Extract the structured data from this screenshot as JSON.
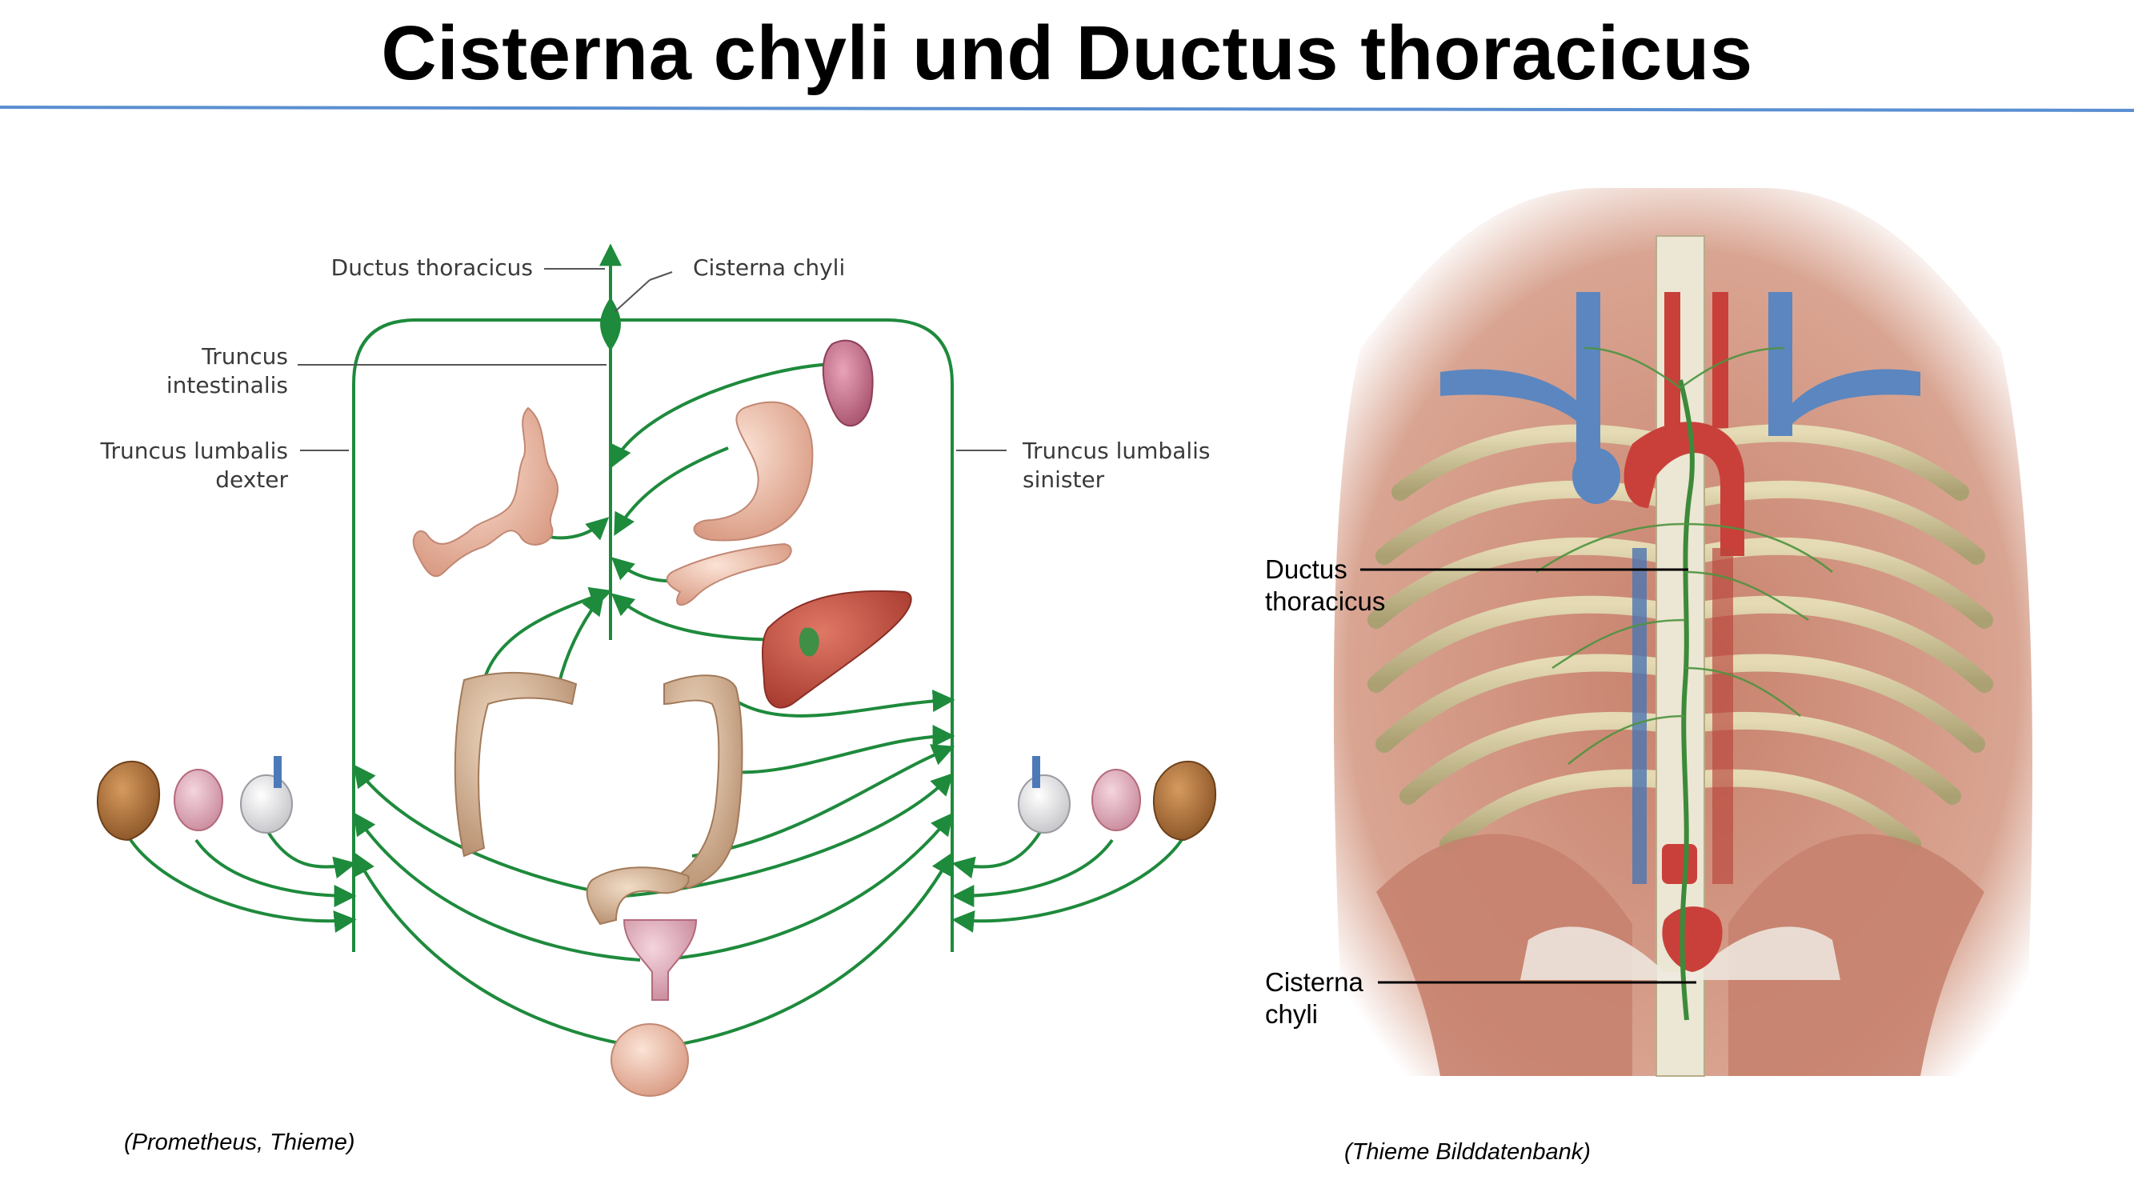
{
  "title": "Cisterna chyli und Ductus thoracicus",
  "colors": {
    "accent_rule": "#5b8fd1",
    "lymph_green": "#1e8a3c",
    "label_line": "#555555"
  },
  "left_diagram": {
    "labels": {
      "ductus_thoracicus": "Ductus thoracicus",
      "cisterna_chyli": "Cisterna chyli",
      "truncus_intestinalis_1": "Truncus",
      "truncus_intestinalis_2": "intestinalis",
      "lumbalis_dexter_1": "Truncus lumbalis",
      "lumbalis_dexter_2": "dexter",
      "lumbalis_sinister_1": "Truncus lumbalis",
      "lumbalis_sinister_2": "sinister"
    },
    "organs": [
      "spleen",
      "stomach",
      "small-intestine",
      "pancreas",
      "liver",
      "colon-ascending",
      "colon-descending",
      "sigmoid",
      "uterus",
      "bladder",
      "kidney",
      "adrenal",
      "testis"
    ],
    "caption": "(Prometheus, Thieme)"
  },
  "right_figure": {
    "labels": {
      "ductus_1": "Ductus",
      "ductus_2": "thoracicus",
      "cisterna_1": "Cisterna",
      "cisterna_2": "chyli"
    },
    "caption": "(Thieme Bilddatenbank)"
  }
}
